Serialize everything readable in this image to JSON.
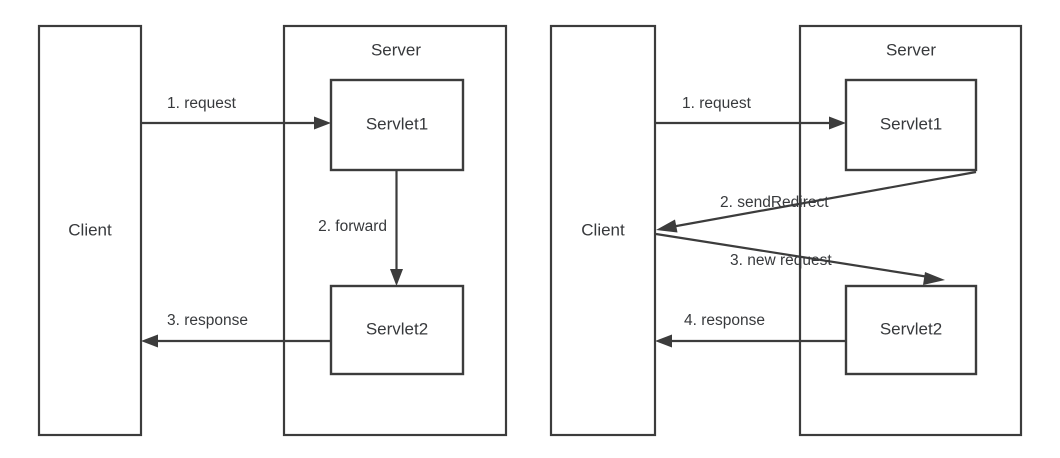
{
  "page": {
    "title": "Servlet forward vs sendRedirect comparison diagram",
    "background_color": "#ffffff",
    "stroke_color": "#3c3c3c",
    "text_color": "#37393c"
  },
  "diagrams": [
    {
      "id": "forward",
      "client": {
        "label": "Client"
      },
      "server": {
        "label": "Server"
      },
      "servlet1": {
        "label": "Servlet1"
      },
      "servlet2": {
        "label": "Servlet2"
      },
      "edges": [
        {
          "id": "e1",
          "label": "1. request"
        },
        {
          "id": "e2",
          "label": "2. forward"
        },
        {
          "id": "e3",
          "label": "3. response"
        }
      ]
    },
    {
      "id": "sendredirect",
      "client": {
        "label": "Client"
      },
      "server": {
        "label": "Server"
      },
      "servlet1": {
        "label": "Servlet1"
      },
      "servlet2": {
        "label": "Servlet2"
      },
      "edges": [
        {
          "id": "e1",
          "label": "1. request"
        },
        {
          "id": "e2",
          "label": "2. sendRedirect"
        },
        {
          "id": "e3",
          "label": "3. new request"
        },
        {
          "id": "e4",
          "label": "4. response"
        }
      ]
    }
  ]
}
